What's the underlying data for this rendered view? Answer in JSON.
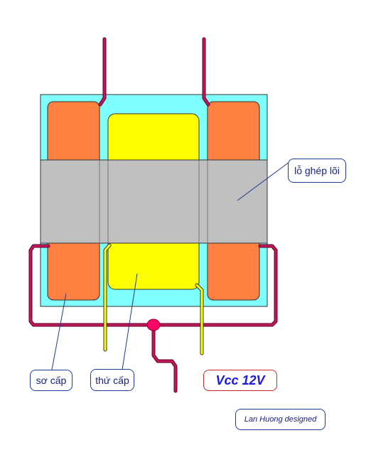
{
  "labels": {
    "core_hole": "lỗ ghép lõi",
    "primary": "sơ cấp",
    "secondary": "thứ cấp",
    "vcc": "Vcc 12V",
    "credit": "Lan Huong designed"
  },
  "colors": {
    "core_frame": "#80ffff",
    "primary_coil": "#ff8040",
    "secondary_coil": "#ffff00",
    "core_band": "#c0c0c0",
    "primary_wire": "#c2185b",
    "secondary_wire": "#ffff00",
    "junction": "#ff0066",
    "leader_line": "#1f3a93"
  }
}
